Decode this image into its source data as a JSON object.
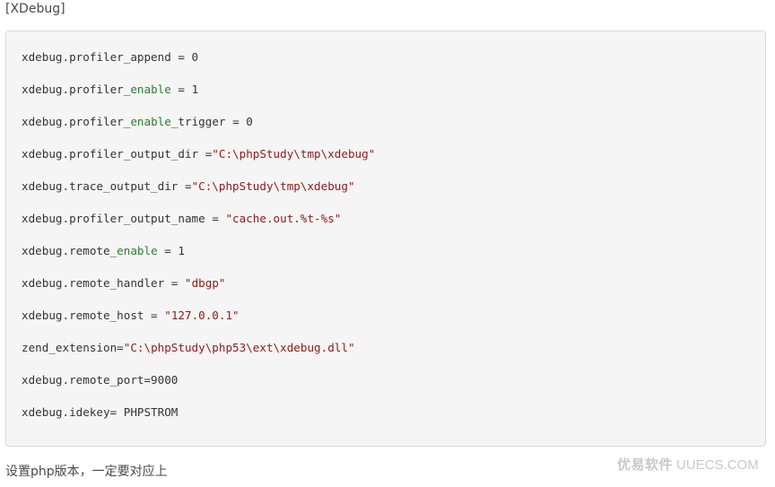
{
  "section_header": "[XDebug]",
  "code_lines": [
    [
      {
        "t": "xdebug.profiler_append = 0"
      }
    ],
    [
      {
        "t": "xdebug.profiler_"
      },
      {
        "t": "enable",
        "c": "kw"
      },
      {
        "t": " = 1"
      }
    ],
    [
      {
        "t": "xdebug.profiler_"
      },
      {
        "t": "enable",
        "c": "kw"
      },
      {
        "t": "_trigger = 0"
      }
    ],
    [
      {
        "t": "xdebug.profiler_output_dir ="
      },
      {
        "t": "\"C:\\phpStudy\\tmp\\xdebug\"",
        "c": "str"
      }
    ],
    [
      {
        "t": "xdebug.trace_output_dir ="
      },
      {
        "t": "\"C:\\phpStudy\\tmp\\xdebug\"",
        "c": "str"
      }
    ],
    [
      {
        "t": "xdebug.profiler_output_name = "
      },
      {
        "t": "\"cache.out.%t-%s\"",
        "c": "str"
      }
    ],
    [
      {
        "t": "xdebug.remote_"
      },
      {
        "t": "enable",
        "c": "kw"
      },
      {
        "t": " = 1"
      }
    ],
    [
      {
        "t": "xdebug.remote_handler = "
      },
      {
        "t": "\"dbgp\"",
        "c": "str"
      }
    ],
    [
      {
        "t": "xdebug.remote_host = "
      },
      {
        "t": "\"127.0.0.1\"",
        "c": "str"
      }
    ],
    [
      {
        "t": "zend_extension="
      },
      {
        "t": "\"C:\\phpStudy\\php53\\ext\\xdebug.dll\"",
        "c": "str"
      }
    ],
    [
      {
        "t": "xdebug.remote_port=9000"
      }
    ],
    [
      {
        "t": "xdebug.idekey= PHPSTROM"
      }
    ]
  ],
  "footer_text": "设置php版本，一定要对应上",
  "watermark": {
    "cn": "优易软件",
    "en": "UUECS.COM"
  }
}
